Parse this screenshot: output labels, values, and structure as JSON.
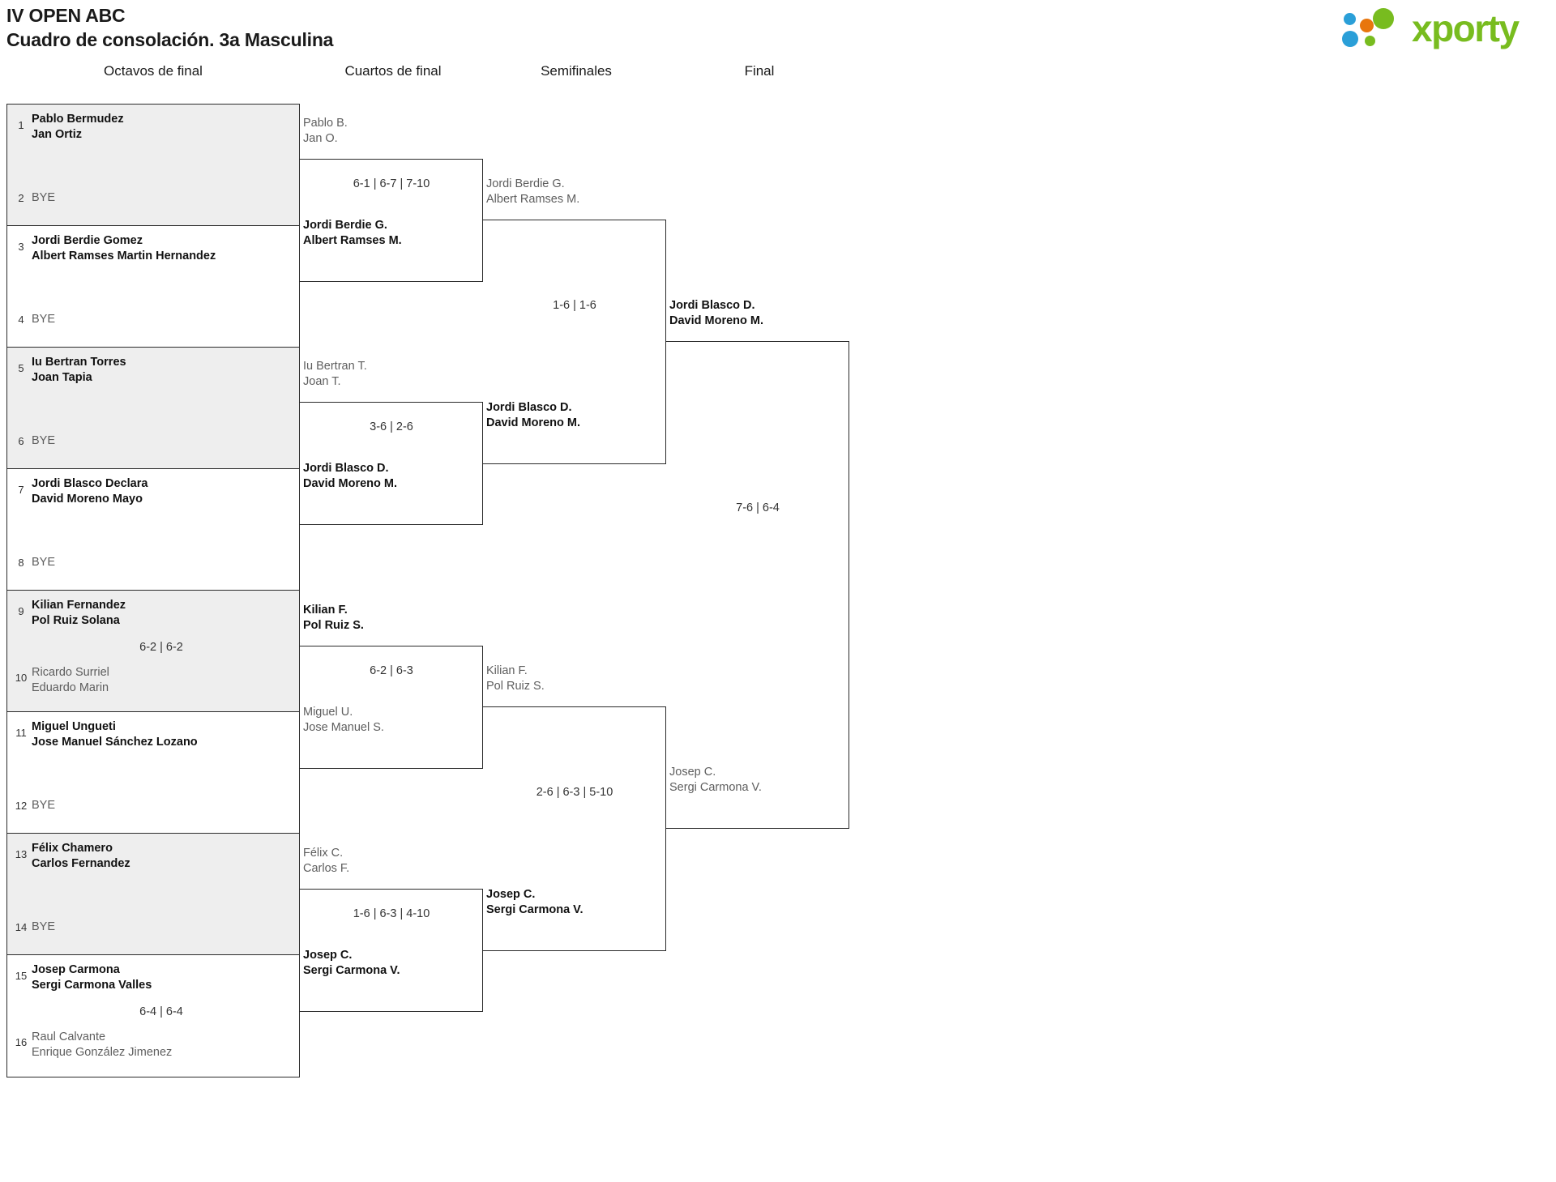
{
  "header": {
    "tournament": "IV OPEN ABC",
    "subtitle": "Cuadro de consolación. 3a Masculina",
    "logo": {
      "wordmark": "xporty",
      "colors": {
        "blue": "#2a9fd8",
        "orange": "#e8760d",
        "green": "#78bc1f"
      }
    }
  },
  "rounds": [
    {
      "id": "octavos",
      "label": "Octavos de final"
    },
    {
      "id": "cuartos",
      "label": "Cuartos de final"
    },
    {
      "id": "semis",
      "label": "Semifinales"
    },
    {
      "id": "final",
      "label": "Final"
    }
  ],
  "round1": [
    {
      "seed_top": "1",
      "top": [
        "Pablo Bermudez",
        "Jan Ortiz"
      ],
      "top_state": "win",
      "seed_bot": "2",
      "bot": [
        "BYE"
      ],
      "bot_state": "bye",
      "score": ""
    },
    {
      "seed_top": "3",
      "top": [
        "Jordi Berdie Gomez",
        "Albert Ramses Martin Hernandez"
      ],
      "top_state": "win",
      "seed_bot": "4",
      "bot": [
        "BYE"
      ],
      "bot_state": "bye",
      "score": ""
    },
    {
      "seed_top": "5",
      "top": [
        "Iu Bertran Torres",
        "Joan Tapia"
      ],
      "top_state": "win",
      "seed_bot": "6",
      "bot": [
        "BYE"
      ],
      "bot_state": "bye",
      "score": ""
    },
    {
      "seed_top": "7",
      "top": [
        "Jordi Blasco Declara",
        "David Moreno Mayo"
      ],
      "top_state": "win",
      "seed_bot": "8",
      "bot": [
        "BYE"
      ],
      "bot_state": "bye",
      "score": ""
    },
    {
      "seed_top": "9",
      "top": [
        "Kilian Fernandez",
        "Pol Ruiz Solana"
      ],
      "top_state": "win",
      "seed_bot": "10",
      "bot": [
        "Ricardo Surriel",
        "Eduardo Marin"
      ],
      "bot_state": "lose",
      "score": "6-2 | 6-2"
    },
    {
      "seed_top": "11",
      "top": [
        "Miguel Ungueti",
        "Jose Manuel Sánchez Lozano"
      ],
      "top_state": "win",
      "seed_bot": "12",
      "bot": [
        "BYE"
      ],
      "bot_state": "bye",
      "score": ""
    },
    {
      "seed_top": "13",
      "top": [
        "Félix Chamero",
        "Carlos Fernandez"
      ],
      "top_state": "win",
      "seed_bot": "14",
      "bot": [
        "BYE"
      ],
      "bot_state": "bye",
      "score": ""
    },
    {
      "seed_top": "15",
      "top": [
        "Josep Carmona",
        "Sergi Carmona Valles"
      ],
      "top_state": "win",
      "seed_bot": "16",
      "bot": [
        "Raul Calvante",
        "Enrique González Jimenez"
      ],
      "bot_state": "lose",
      "score": "6-4 | 6-4"
    }
  ],
  "round2": [
    {
      "top": [
        "Pablo B.",
        "Jan O."
      ],
      "top_state": "lose",
      "bot": [
        "Jordi Berdie G.",
        "Albert Ramses M."
      ],
      "bot_state": "win",
      "score": "6-1 | 6-7 | 7-10"
    },
    {
      "top": [
        "Iu Bertran T.",
        "Joan T."
      ],
      "top_state": "lose",
      "bot": [
        "Jordi Blasco D.",
        "David Moreno M."
      ],
      "bot_state": "win",
      "score": "3-6 | 2-6"
    },
    {
      "top": [
        "Kilian F.",
        "Pol Ruiz S."
      ],
      "top_state": "win",
      "bot": [
        "Miguel U.",
        "Jose Manuel S."
      ],
      "bot_state": "lose",
      "score": "6-2 | 6-3"
    },
    {
      "top": [
        "Félix C.",
        "Carlos F."
      ],
      "top_state": "lose",
      "bot": [
        "Josep C.",
        "Sergi Carmona V."
      ],
      "bot_state": "win",
      "score": "1-6 | 6-3 | 4-10"
    }
  ],
  "round3": [
    {
      "top": [
        "Jordi Berdie G.",
        "Albert Ramses M."
      ],
      "top_state": "lose",
      "bot": [
        "Jordi Blasco D.",
        "David Moreno M."
      ],
      "bot_state": "win",
      "score": "1-6 | 1-6"
    },
    {
      "top": [
        "Kilian F.",
        "Pol Ruiz S."
      ],
      "top_state": "lose",
      "bot": [
        "Josep C.",
        "Sergi Carmona V."
      ],
      "bot_state": "win",
      "score": "2-6 | 6-3 | 5-10"
    }
  ],
  "round4": [
    {
      "top": [
        "Jordi Blasco D.",
        "David Moreno M."
      ],
      "top_state": "win",
      "bot": [
        "Josep C.",
        "Sergi Carmona V."
      ],
      "bot_state": "lose",
      "score": "7-6 | 6-4"
    }
  ]
}
